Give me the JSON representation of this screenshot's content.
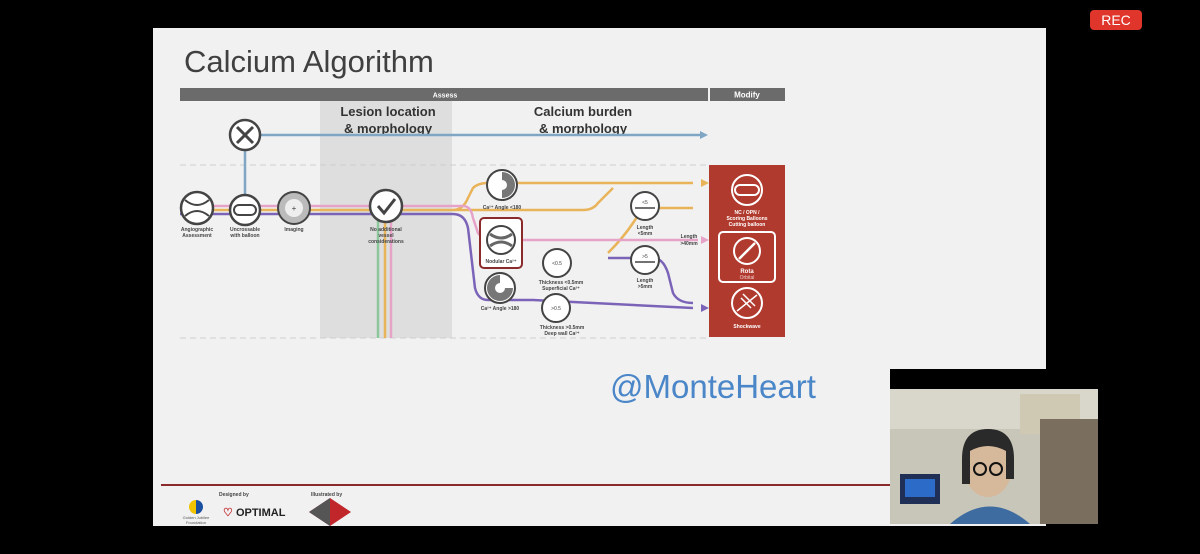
{
  "recording": {
    "label": "REC"
  },
  "slide": {
    "title": "Calcium Algorithm",
    "handle": "@MonteHeart",
    "header": {
      "assess": "Assess",
      "modify": "Modify"
    },
    "columns": {
      "lesion_line1": "Lesion location",
      "lesion_line2": "& morphology",
      "calcium_line1": "Calcium burden",
      "calcium_line2": "& morphology"
    },
    "nodes": {
      "angio_1": "Angiographic",
      "angio_2": "Assessment",
      "uncross_1": "Uncrossable",
      "uncross_2": "with balloon",
      "imaging": "Imaging",
      "noadd_1": "No additional",
      "noadd_2": "vessel",
      "noadd_3": "considerations",
      "angle_lt180": "Ca²⁺ Angle <180",
      "nodular": "Nodular Ca²⁺",
      "angle_gt180": "Ca²⁺ Angle >180",
      "thin_inner": "<0.5",
      "thin_1": "Thickness <0.5mm",
      "thin_2": "Superficial Ca²⁺",
      "thick_inner": ">0.5",
      "thick_1": "Thickness >0.5mm",
      "thick_2": "Deep wall Ca²⁺",
      "len_short_inner": "<5",
      "len_short_1": "Length",
      "len_short_2": "<5mm",
      "len_long_inner": ">5",
      "len_long_1": "Length",
      "len_long_2": ">5mm",
      "len_40_1": "Length",
      "len_40_2": ">40mm"
    },
    "modify": {
      "nc_1": "NC / OPN /",
      "nc_2": "Scoring Balloons",
      "nc_3": "Cutting balloon",
      "rota_1": "Rota",
      "rota_2": "Orbital",
      "shockwave": "Shockwave"
    },
    "footer": {
      "gjf_1": "Golden Jubilee",
      "gjf_2": "Foundation",
      "designed_by": "Designed by",
      "optimal": "OPTIMAL",
      "illustrated_by": "Illustrated by"
    }
  },
  "colors": {
    "header_bar": "#6b6b6b",
    "modify_panel": "#b03a2e",
    "path_blue": "#7fa7c4",
    "path_orange": "#e9b35a",
    "path_pink": "#e6a3c7",
    "path_purple": "#7b64b8",
    "path_green": "#8cc79b",
    "handle_text": "#4a86c8",
    "rec_badge": "#e0352b"
  }
}
